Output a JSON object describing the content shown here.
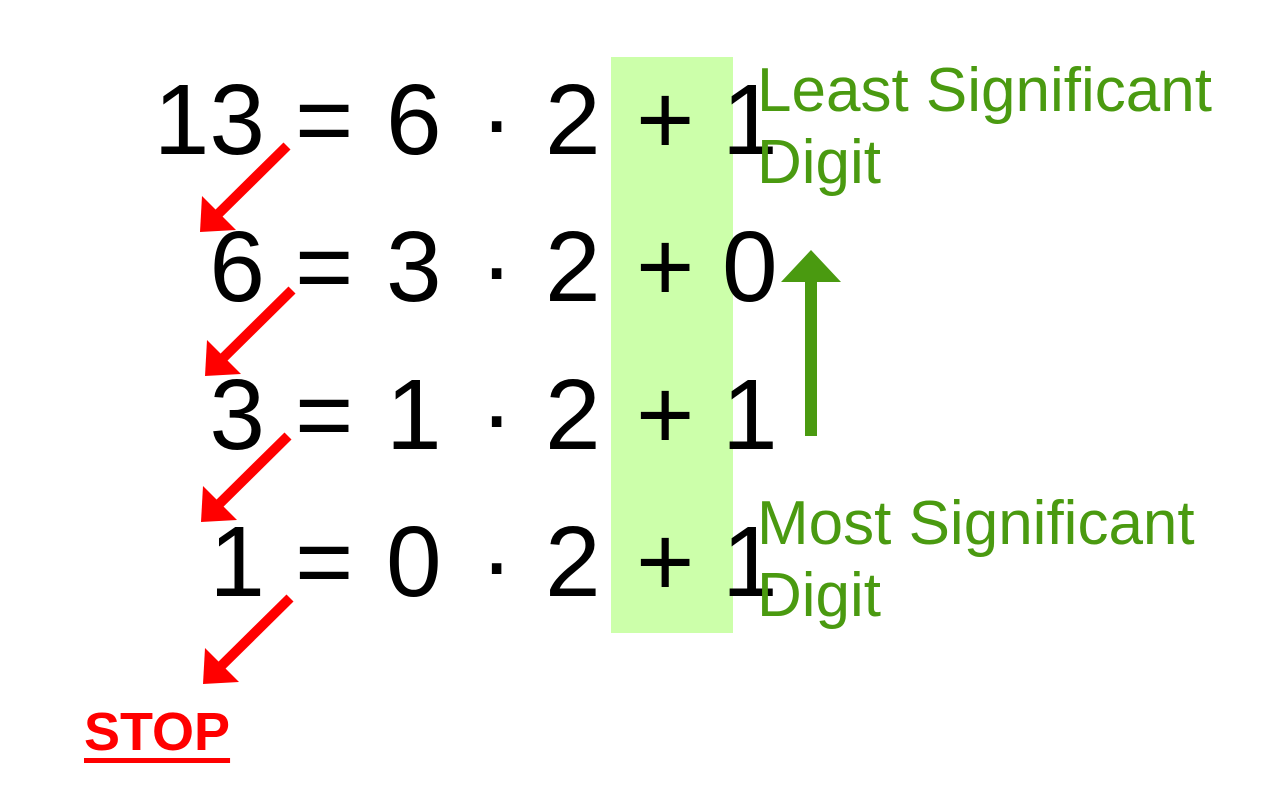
{
  "equations": [
    {
      "lhs": "13",
      "eq": "=",
      "quotient": "6",
      "dot": "·",
      "divisor": "2",
      "plus": "+",
      "remainder": "1"
    },
    {
      "lhs": "6",
      "eq": "=",
      "quotient": "3",
      "dot": "·",
      "divisor": "2",
      "plus": "+",
      "remainder": "0"
    },
    {
      "lhs": "3",
      "eq": "=",
      "quotient": "1",
      "dot": "·",
      "divisor": "2",
      "plus": "+",
      "remainder": "1"
    },
    {
      "lhs": "1",
      "eq": "=",
      "quotient": "0",
      "dot": "·",
      "divisor": "2",
      "plus": "+",
      "remainder": "1"
    }
  ],
  "labels": {
    "least_line1": "Least Significant",
    "least_line2": "Digit",
    "most_line1": "Most Significant",
    "most_line2": "Digit",
    "stop": "STOP"
  },
  "colors": {
    "highlight": "#ccffaa",
    "green": "#4a9a10",
    "red": "#ff0000",
    "text": "#000000"
  }
}
